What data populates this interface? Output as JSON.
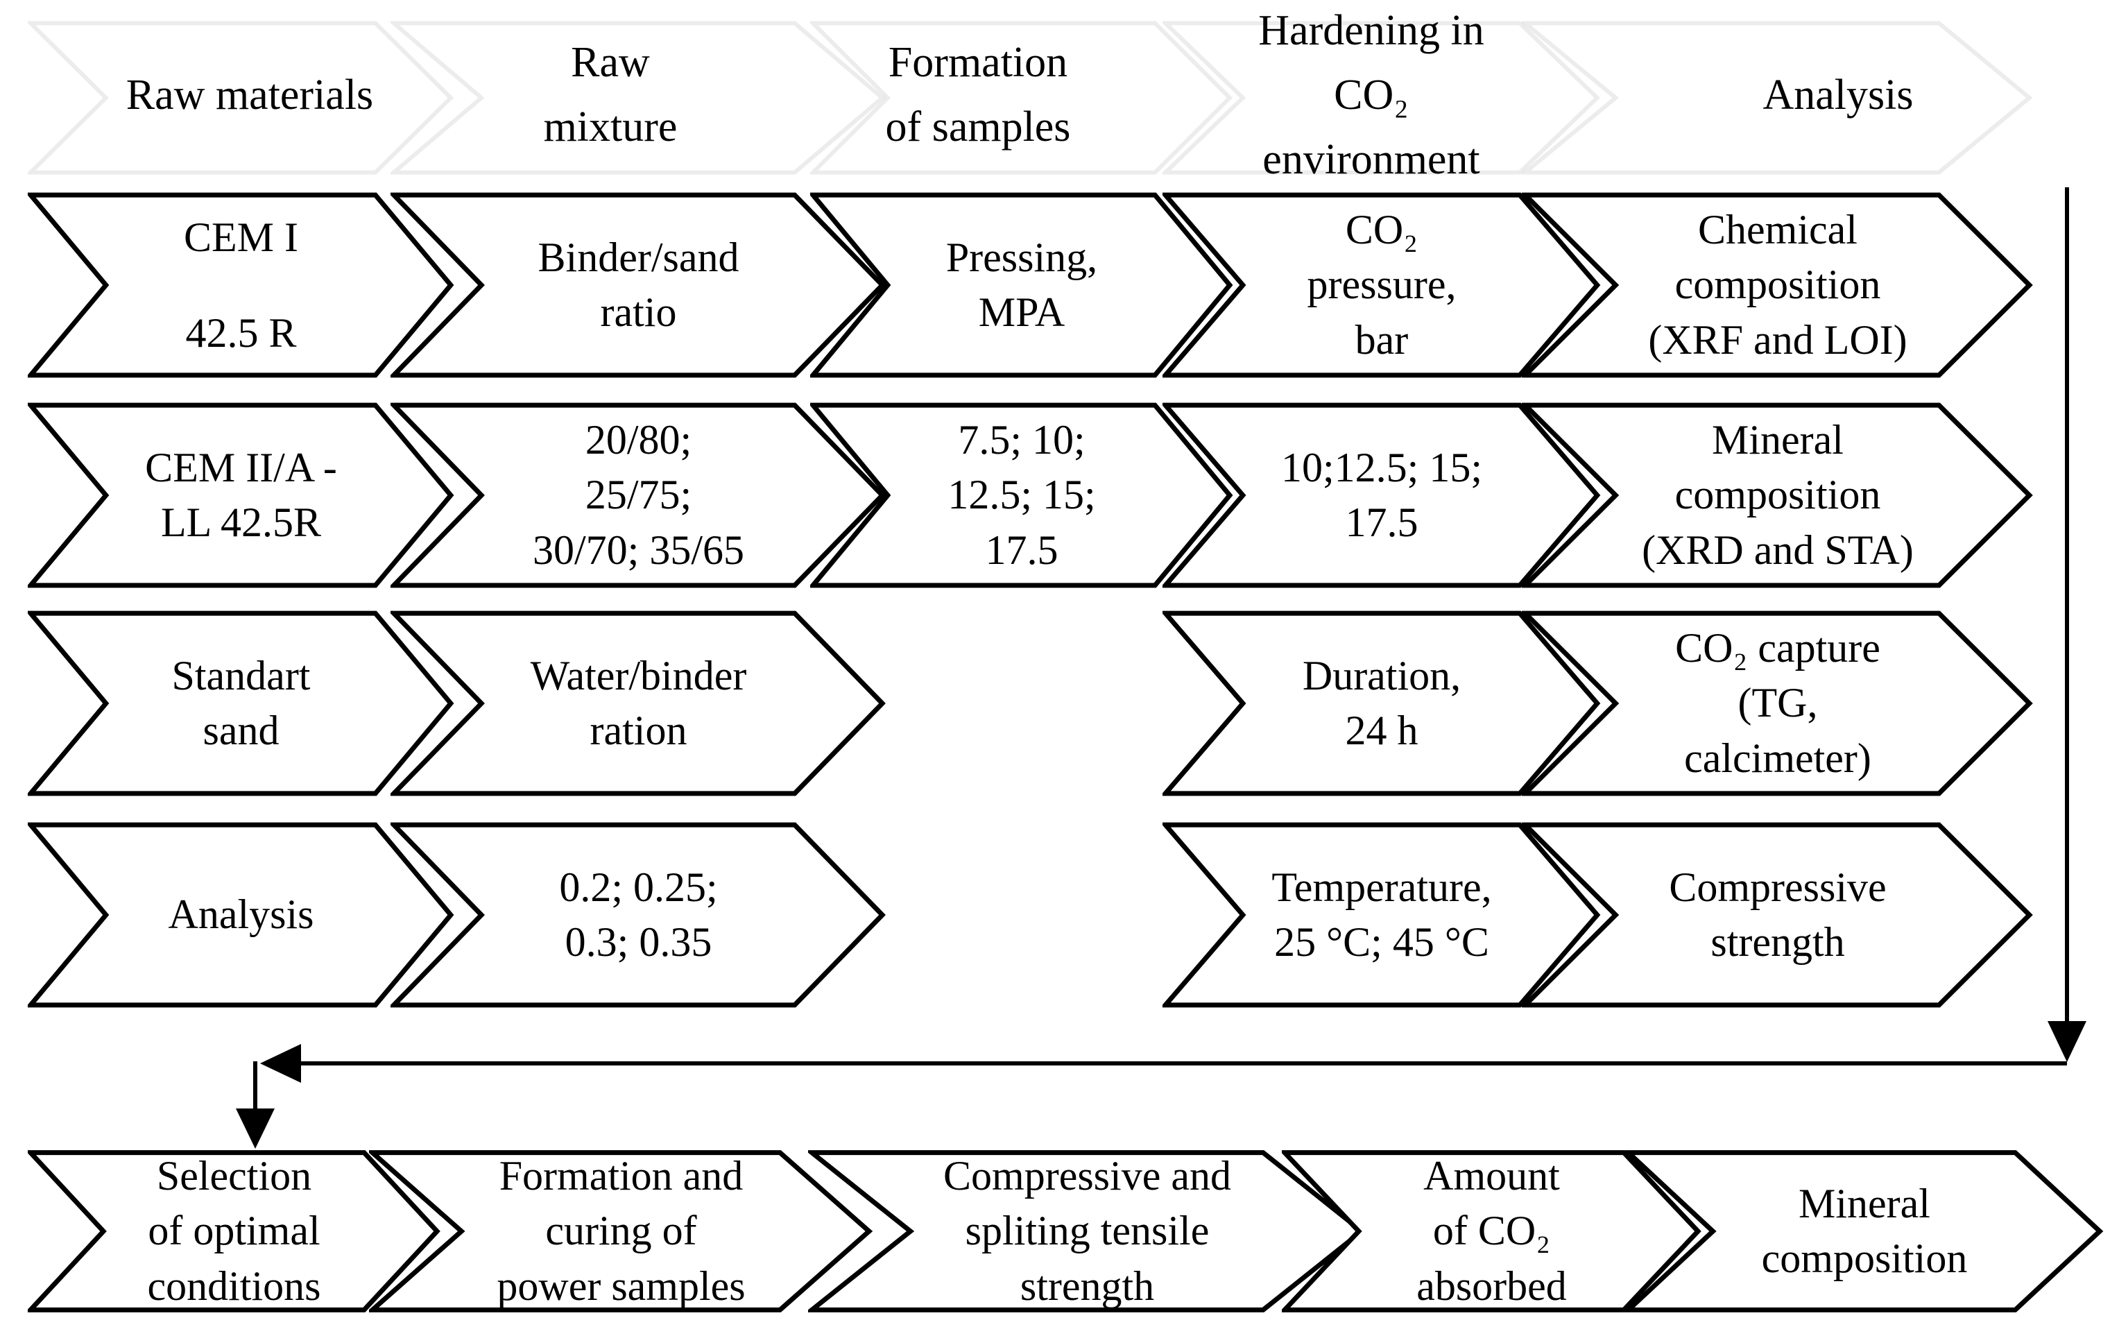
{
  "diagram": {
    "kind": "process-flow-chevron-diagram",
    "colors": {
      "stroke": "#000000",
      "fill": "#ffffff",
      "background": "#ffffff"
    },
    "headers": [
      {
        "label": "Raw materials"
      },
      {
        "label": "Raw\nmixture"
      },
      {
        "label": "Formation\nof samples"
      },
      {
        "label": "Hardening in\nCO₂\nenvironment"
      },
      {
        "label": "Analysis"
      }
    ],
    "rows": [
      {
        "cells": [
          {
            "text": "CEM I\n42.5 R"
          },
          {
            "text": "Binder/sand\nratio"
          },
          {
            "text": "Pressing,\nMPA"
          },
          {
            "text": "CO₂\npressure,\nbar"
          },
          {
            "text": "Chemical\ncomposition\n(XRF and LOI)"
          }
        ]
      },
      {
        "cells": [
          {
            "text": "CEM II/A -\nLL 42.5R"
          },
          {
            "text": "20/80;\n25/75;\n30/70; 35/65"
          },
          {
            "text": "7.5; 10;\n12.5; 15;\n17.5"
          },
          {
            "text": "10;12.5; 15;\n17.5"
          },
          {
            "text": "Mineral\ncomposition\n(XRD and STA)"
          }
        ]
      },
      {
        "cells": [
          {
            "text": "Standart\nsand"
          },
          {
            "text": "Water/binder\nration"
          },
          null,
          {
            "text": "Duration,\n24 h"
          },
          {
            "text": "CO₂ capture\n(TG,\ncalcimeter)"
          }
        ]
      },
      {
        "cells": [
          {
            "text": "Analysis"
          },
          {
            "text": "0.2; 0.25;\n0.3; 0.35"
          },
          null,
          {
            "text": "Temperature,\n25 °C; 45 °C"
          },
          {
            "text": "Compressive\nstrength"
          }
        ]
      }
    ],
    "bottom_row": {
      "cells": [
        {
          "text": "Selection\nof optimal\nconditions"
        },
        {
          "text": "Formation and\ncuring of\npower samples"
        },
        {
          "text": "Compressive and\nspliting tensile\nstrength"
        },
        {
          "text": "Amount\nof CO₂\nabsorbed"
        },
        {
          "text": "Mineral\ncomposition"
        }
      ]
    },
    "connector": {
      "description": "feedback arrow from Analysis column down and left to Selection of optimal conditions"
    }
  }
}
